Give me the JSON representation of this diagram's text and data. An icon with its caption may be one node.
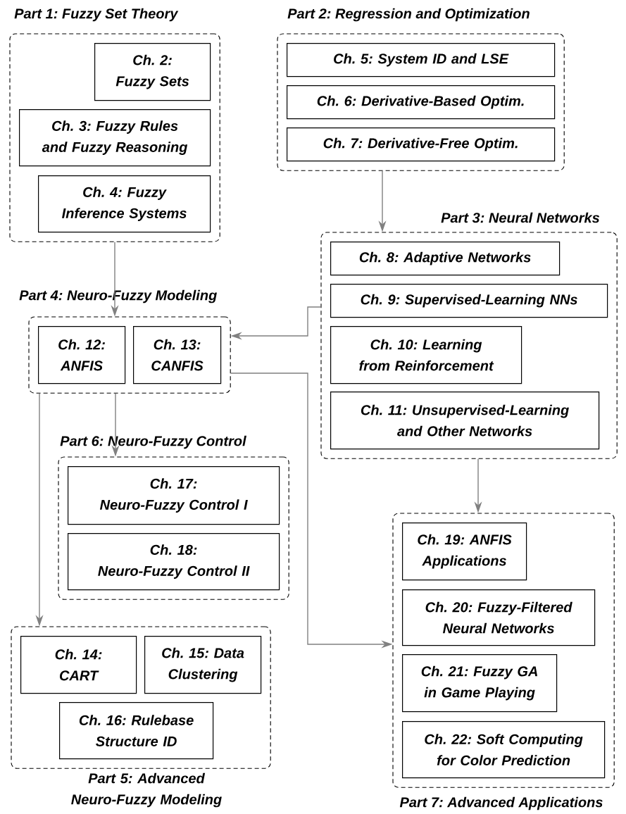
{
  "diagram": {
    "nodes": [
      {
        "text": [
          "Part 1: Fuzzy Set Theory"
        ]
      },
      {
        "text": [
          "Ch. 2: Fuzzy Sets"
        ],
        "in": 0
      },
      {
        "text": [
          "Ch. 3: Fuzzy Rules and Fuzzy Reasoning"
        ],
        "in": 0
      },
      {
        "text": [
          "Ch. 4: Fuzzy Inference Systems"
        ],
        "in": 0
      },
      {
        "text": [
          "Part 2: Regression and Optimization"
        ]
      },
      {
        "text": [
          "Ch. 5: System ID and LSE"
        ],
        "in": 4
      },
      {
        "text": [
          "Ch. 6: Derivative-Based Optim."
        ],
        "in": 4
      },
      {
        "text": [
          "Ch. 7: Derivative-Free Optim."
        ],
        "in": 4
      },
      {
        "text": [
          "Part 3: Neural Networks"
        ]
      },
      {
        "text": [
          "Ch. 8: Adaptive Networks"
        ],
        "in": 8
      },
      {
        "text": [
          "Ch. 9: Supervised-Learning NNs"
        ],
        "in": 8
      },
      {
        "text": [
          "Ch. 10: Learning from Reinforcement"
        ],
        "in": 8
      },
      {
        "text": [
          "Ch. 11: Unsupervised-Learning and Other Networks"
        ],
        "in": 8
      },
      {
        "text": [
          "Part 4: Neuro-Fuzzy Modeling"
        ]
      },
      {
        "text": [
          "Ch. 12: ANFIS"
        ],
        "in": 13
      },
      {
        "text": [
          "Ch. 13: CANFIS"
        ],
        "in": 13
      },
      {
        "text": [
          "Part 6: Neuro-Fuzzy Control"
        ]
      },
      {
        "text": [
          "Ch. 17: Neuro-Fuzzy Control I"
        ],
        "in": 16
      },
      {
        "text": [
          "Ch. 18: Neuro-Fuzzy Control II"
        ],
        "in": 16
      },
      {
        "text": [
          "Part 5: Advanced Neuro-Fuzzy Modeling"
        ]
      },
      {
        "text": [
          "Ch. 14: CART"
        ],
        "in": 19
      },
      {
        "text": [
          "Ch. 15: Data Clustering"
        ],
        "in": 19
      },
      {
        "text": [
          "Ch. 16: Rulebase Structure ID"
        ],
        "in": 19
      },
      {
        "text": [
          "Part 7: Advanced Applications"
        ]
      },
      {
        "text": [
          "Ch. 19: ANFIS Applications"
        ],
        "in": 23
      },
      {
        "text": [
          "Ch. 20: Fuzzy-Filtered Neural Networks"
        ],
        "in": 23
      },
      {
        "text": [
          "Ch. 21: Fuzzy GA in Game Playing"
        ],
        "in": 23
      },
      {
        "text": [
          "Ch. 22: Soft Computing for Color Prediction"
        ],
        "in": 23
      }
    ],
    "edges": [
      {
        "from": 0,
        "to": 13,
        "arrow": "to"
      },
      {
        "from": 4,
        "to": 8,
        "arrow": "to"
      },
      {
        "from": 8,
        "to": 13,
        "arrow": "to"
      },
      {
        "from": 13,
        "to": 16,
        "arrow": "to"
      },
      {
        "from": 13,
        "to": 19,
        "arrow": "to"
      },
      {
        "from": 13,
        "to": 23,
        "arrow": "to"
      },
      {
        "from": 8,
        "to": 23,
        "arrow": "to"
      }
    ]
  }
}
